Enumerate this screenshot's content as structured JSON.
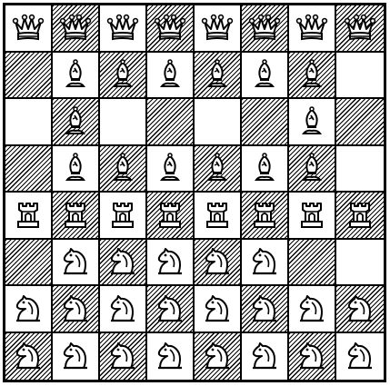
{
  "board": {
    "rows": [
      [
        "queen-icon",
        "queen-icon",
        "queen-icon",
        "queen-icon",
        "queen-icon",
        "queen-icon",
        "queen-icon",
        "queen-icon"
      ],
      [
        "empty",
        "bishop-icon",
        "bishop-icon",
        "bishop-icon",
        "bishop-icon",
        "bishop-icon",
        "bishop-icon",
        "empty"
      ],
      [
        "empty",
        "bishop-icon",
        "empty",
        "empty",
        "empty",
        "empty",
        "bishop-icon",
        "empty"
      ],
      [
        "empty",
        "bishop-icon",
        "bishop-icon",
        "bishop-icon",
        "bishop-icon",
        "bishop-icon",
        "bishop-icon",
        "empty"
      ],
      [
        "rook-icon",
        "rook-icon",
        "rook-icon",
        "rook-icon",
        "rook-icon",
        "rook-icon",
        "rook-icon",
        "rook-icon"
      ],
      [
        "empty",
        "knight-icon",
        "knight-icon",
        "knight-icon",
        "knight-icon",
        "knight-icon",
        "empty",
        "empty"
      ],
      [
        "knight-icon",
        "knight-icon",
        "knight-icon",
        "knight-icon",
        "knight-icon",
        "knight-icon",
        "knight-icon",
        "knight-icon"
      ],
      [
        "knight-icon",
        "knight-icon",
        "knight-icon",
        "knight-icon",
        "knight-icon",
        "knight-icon",
        "knight-icon",
        "knight-icon"
      ]
    ],
    "colors": {
      "line": "#000000",
      "light_square": "#ffffff"
    }
  }
}
